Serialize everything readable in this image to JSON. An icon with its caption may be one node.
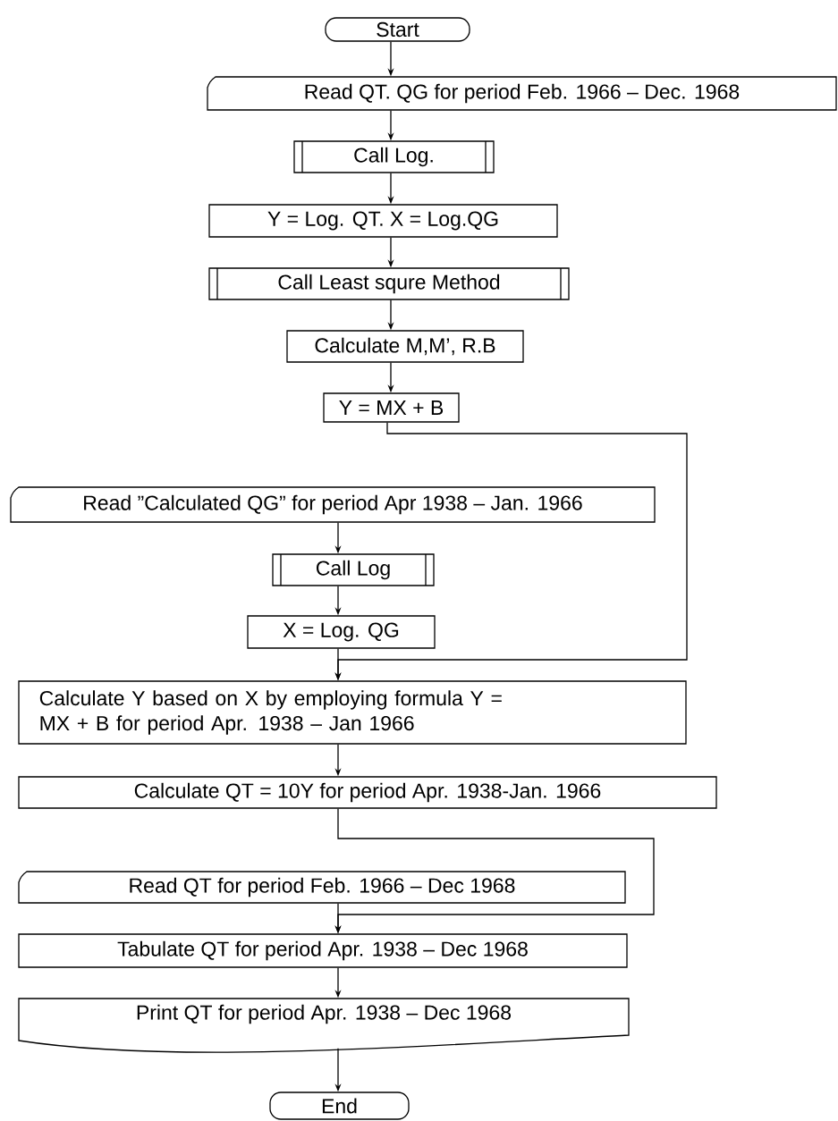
{
  "diagram": {
    "nodes": [
      {
        "text": [
          "Start"
        ]
      },
      {
        "text": [
          "Read QT. QG for period Feb. 1966 – Dec. 1968"
        ]
      },
      {
        "text": [
          "Call Log."
        ]
      },
      {
        "text": [
          "Y = Log. QT.   X = Log.QG"
        ]
      },
      {
        "text": [
          "Call Least squre Method"
        ]
      },
      {
        "text": [
          "Calculate M,M’, R.B"
        ]
      },
      {
        "text": [
          "Y = MX + B"
        ]
      },
      {
        "text": [
          "Read ”Calculated QG” for period Apr 1938 – Jan. 1966"
        ]
      },
      {
        "text": [
          "Call Log"
        ]
      },
      {
        "text": [
          "X = Log. QG"
        ]
      },
      {
        "text": [
          "Calculate Y based on X by employing formula Y = MX + B for period Apr. 1938 – Jan 1966"
        ]
      },
      {
        "text": [
          "Calculate QT = 10Y for period Apr. 1938-Jan. 1966"
        ]
      },
      {
        "text": [
          "Read QT for period Feb. 1966 – Dec 1968"
        ]
      },
      {
        "text": [
          "Tabulate QT for period Apr. 1938 – Dec 1968"
        ]
      },
      {
        "text": [
          "Print QT for period Apr. 1938 – Dec 1968"
        ]
      },
      {
        "text": [
          "End"
        ]
      }
    ],
    "edges": [
      {
        "from": 0,
        "to": 1,
        "arrow": "to"
      },
      {
        "from": 1,
        "to": 2,
        "arrow": "to"
      },
      {
        "from": 2,
        "to": 3,
        "arrow": "to"
      },
      {
        "from": 3,
        "to": 4,
        "arrow": "to"
      },
      {
        "from": 4,
        "to": 5,
        "arrow": "to"
      },
      {
        "from": 5,
        "to": 6,
        "arrow": "to"
      },
      {
        "from": 6,
        "to": 10,
        "arrow": "to"
      },
      {
        "from": 7,
        "to": 8,
        "arrow": "to"
      },
      {
        "from": 8,
        "to": 9,
        "arrow": "to"
      },
      {
        "from": 9,
        "to": 10,
        "arrow": "to"
      },
      {
        "from": 10,
        "to": 11,
        "arrow": "to"
      },
      {
        "from": 11,
        "to": 13,
        "arrow": "to"
      },
      {
        "from": 12,
        "to": 13,
        "arrow": "to"
      },
      {
        "from": 13,
        "to": 14,
        "arrow": "to"
      },
      {
        "from": 14,
        "to": 15,
        "arrow": "to"
      }
    ]
  }
}
